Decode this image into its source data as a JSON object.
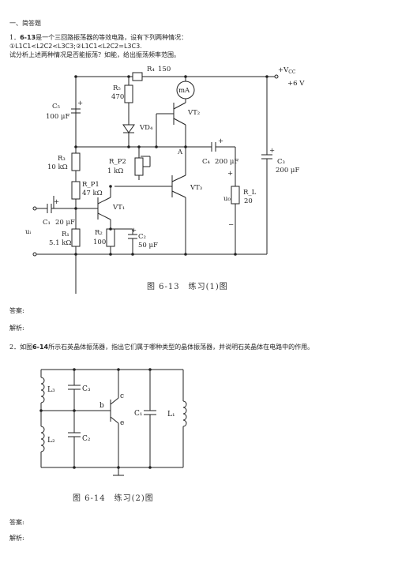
{
  "section_title": "一、简答题",
  "q1": {
    "number": "1．",
    "line1_prefix": "6-13",
    "line1_rest": "是一个三回路振荡器的等效电路，设有下列两种情况：",
    "line2": "①L1C1<L2C2<L3C3;②L1C1<L2C2=L3C3.",
    "line3": "试分析上述两种情况是否能振荡？如能，给出振荡频率范围。"
  },
  "fig1": {
    "caption": "图 6-13　练习(1)图",
    "labels": {
      "r4": "R₄",
      "r4v": "150",
      "vcc": "+V",
      "vcc_sub": "CC",
      "vcc_val": "+6 V",
      "r5": "R₅",
      "r5v": "470",
      "ma": "mA",
      "vt2": "VT₂",
      "c5": "C₅",
      "c5v": "100 μF",
      "vd4": "VD₄",
      "a": "A",
      "c4": "C₄",
      "c4v": "200 μF",
      "c3": "C₃",
      "c3v": "200 μF",
      "r3": "R₃",
      "r3v": "10 kΩ",
      "rp2": "R_P2",
      "rp2v": "1 kΩ",
      "rp1": "R_P1",
      "rp1v": "47 kΩ",
      "vt3": "VT₃",
      "u0": "u₀",
      "rl": "R_L",
      "rlv": "20",
      "c1": "C₁",
      "c1v": "20 μF",
      "vt1": "VT₁",
      "ui": "uᵢ",
      "r1": "R₁",
      "r1v": "5.1 kΩ",
      "r2": "R₂",
      "r2v": "100",
      "c2": "C₂",
      "c2v": "50 μF",
      "plus": "+",
      "minus": "−"
    }
  },
  "answer_label": "答案:",
  "analysis_label": "解析:",
  "q2": {
    "number": "2．",
    "prefix": "如图",
    "fig_ref": "6-14",
    "rest": "所示石英晶体振荡器，指出它们属于哪种类型的晶体振荡器，并说明石英晶体在电路中的作用。"
  },
  "fig2": {
    "caption": "图 6-14　练习(2)图",
    "labels": {
      "l3": "L₃",
      "c3": "C₃",
      "l2": "L₂",
      "c2": "C₂",
      "b": "b",
      "c": "c",
      "e": "e",
      "c1": "C₁",
      "l1": "L₁"
    }
  },
  "answer_label2": "答案:",
  "analysis_label2": "解析:"
}
